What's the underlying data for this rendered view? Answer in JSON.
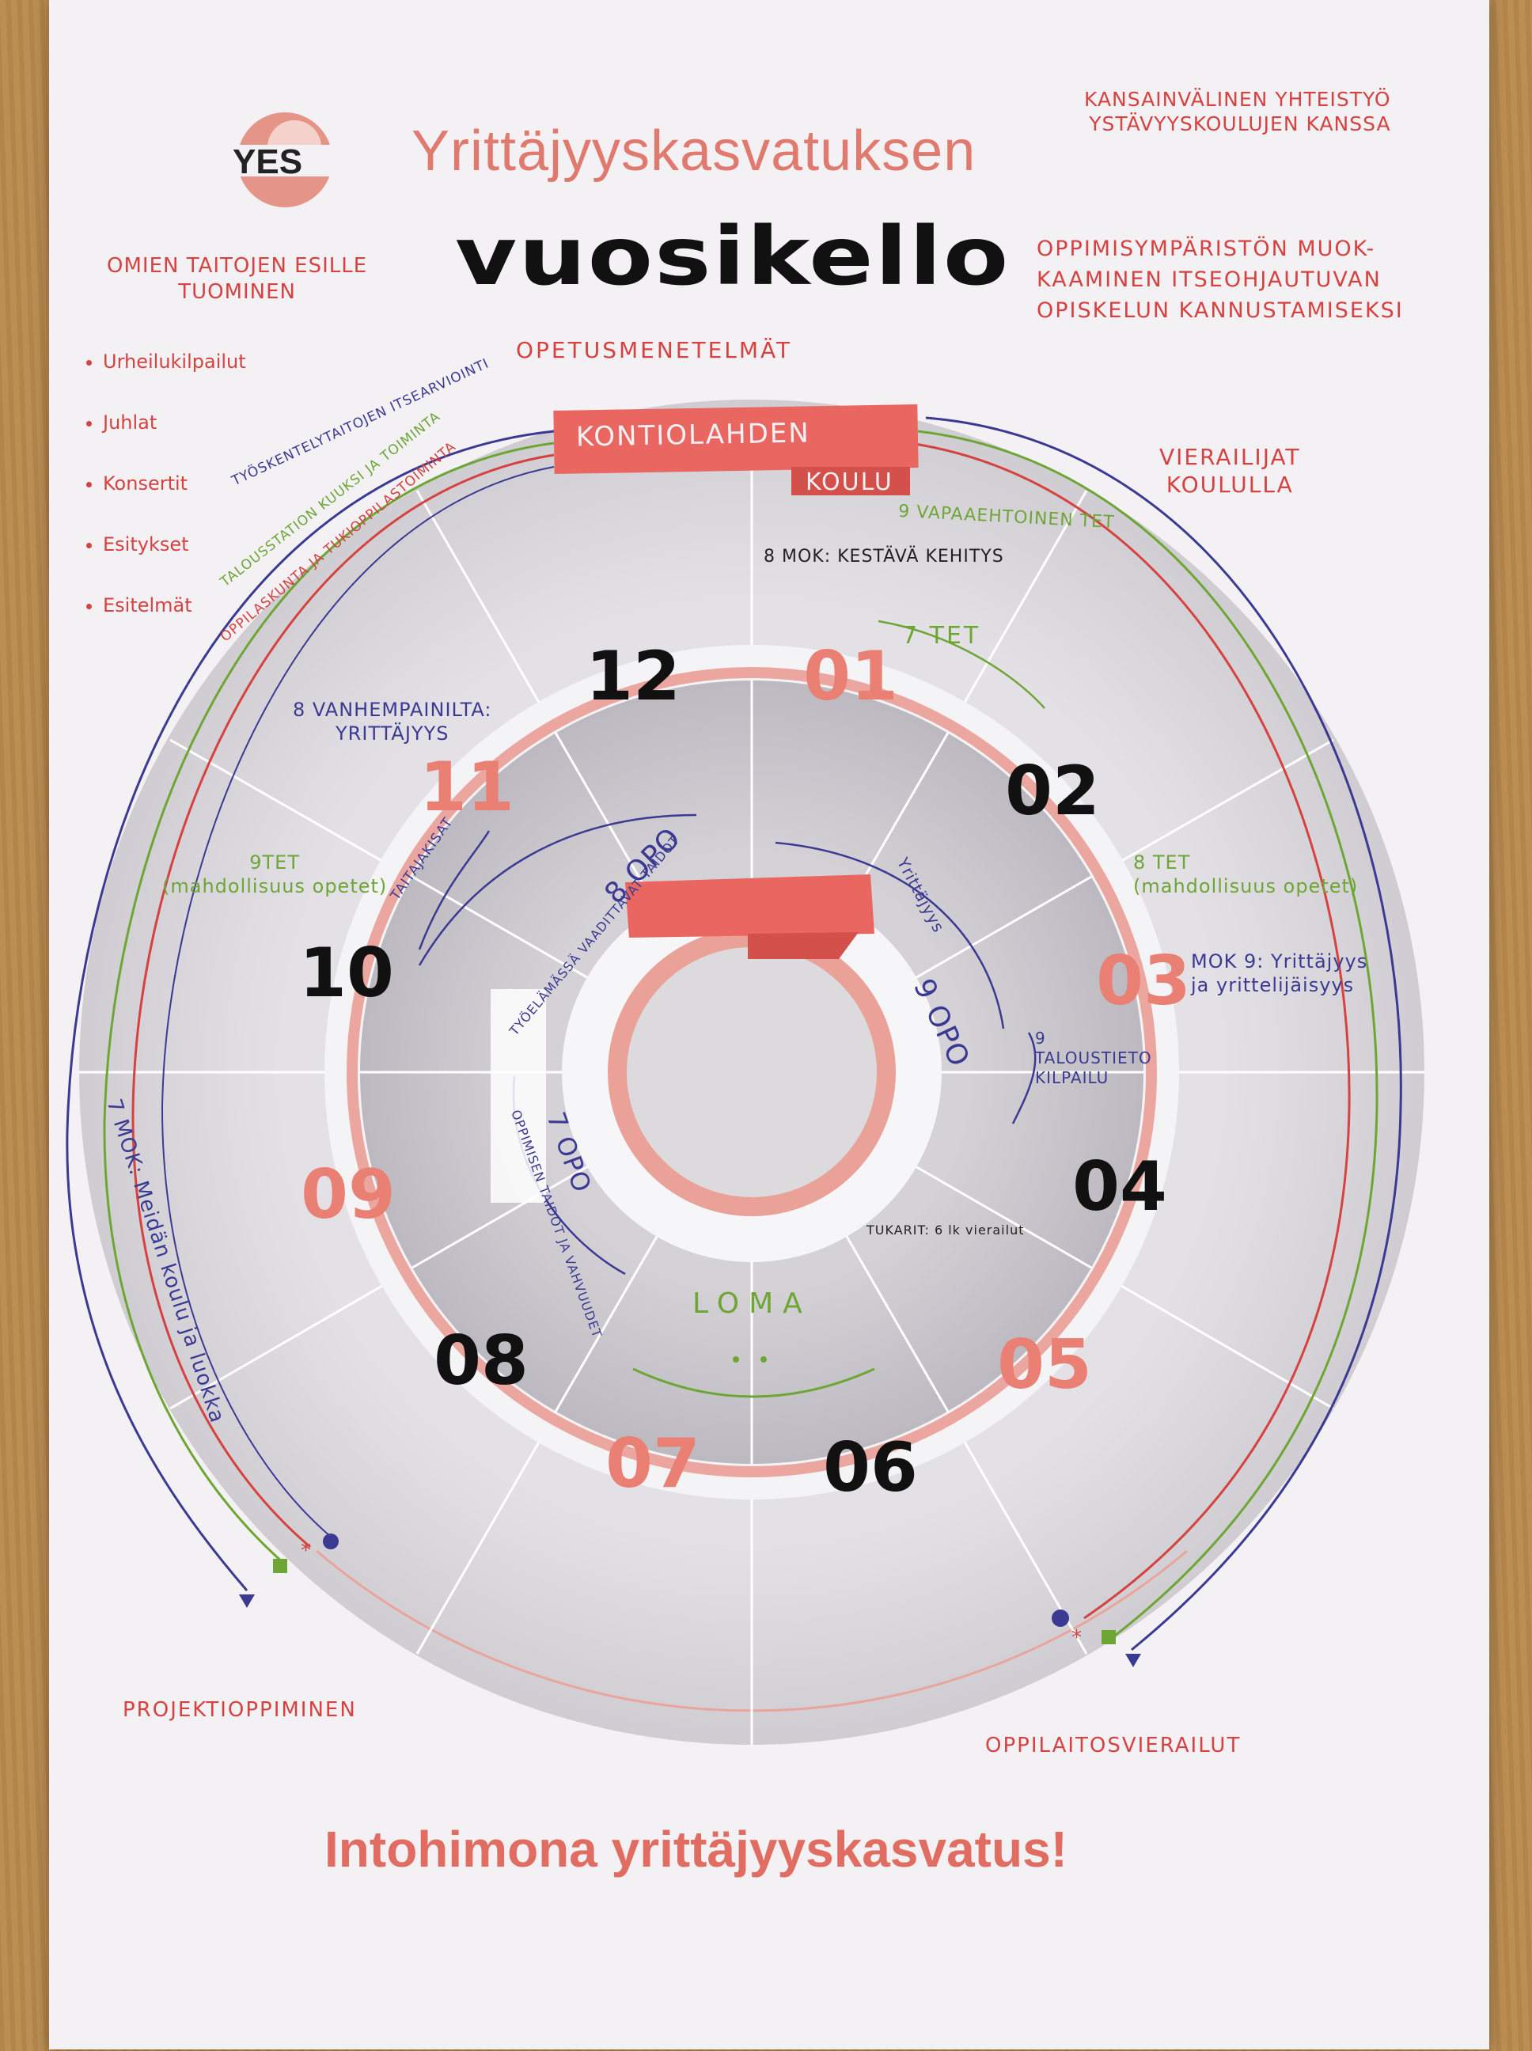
{
  "header": {
    "logo_text": "YES",
    "title_line1": "Yrittäjyyskasvatuksen",
    "title_line2": "vuosikello"
  },
  "footer": {
    "slogan": "Intohimona yrittäjyyskasvatus!"
  },
  "banner": {
    "school_line1": "KONTIOLAHDEN",
    "school_line2": "KOULU"
  },
  "notes": {
    "top_left": "OMIEN TAITOJEN ESILLE\nTUOMINEN",
    "top_left_list": [
      "Urheilukilpailut",
      "Juhlat",
      "Konsertit",
      "Esitykset",
      "Esitelmät"
    ],
    "methods": "OPETUSMENETELMÄT",
    "top_right_1": "KANSAINVÄLINEN YHTEISTYÖ\nYSTÄVYYSKOULUJEN KANSSA",
    "top_right_2": "OPPIMISYMPÄRISTÖN MUOK-\nKAAMINEN ITSEOHJAUTUVAN\nOPISKELUN KANNUSTAMISEKSI",
    "visitors": "VIERAILIJAT\nKOULULLA",
    "arc_blue_top": "TYÖSKENTELYTAITOJEN ITSEARVIOINTI",
    "arc_green_top": "TALOUSSTATION KUUKSI JA TOIMINTA",
    "arc_red_top": "OPPILASKUNTA JA TUKIOPPILASTOIMINTA",
    "tet9_voluntary": "9 VAPAAEHTOINEN TET",
    "mok8": "8 MOK: KESTÄVÄ KEHITYS",
    "tet7": "7 TET",
    "vanhempainilta": "8 VANHEMPAINILTA:\nYRITTÄJYYS",
    "tet9": "9TET\n(mahdollisuus opetet)",
    "tet8": "8 TET\n(mahdollisuus opetet)",
    "mok9": "MOK 9: Yrittäjyys\nja yrittelijäisyys",
    "taitajakisat": "TAITAJAKISAT",
    "opo8": "8 OPO",
    "opo8_sub": "TYÖELÄMÄSSÄ VAADITTAVAT TAIDOT",
    "opo9": "9 OPO",
    "opo9_sub": "Yrittäjyys",
    "talous": "9\nTALOUSTIETO\nKILPAILU",
    "opo7": "7 OPO",
    "opo7_sub": "OPPIMISEN TAIDOT JA VAHVUUDET",
    "tukarit": "TUKARIT: 6 lk vierailut",
    "loma": "LOMA",
    "mok7": "7 MOK: Meidän koulu ja luokka",
    "projekti": "PROJEKTIOPPIMINEN",
    "oppilaitos": "OPPILAITOSVIERAILUT"
  },
  "months": {
    "m01": "01",
    "m02": "02",
    "m03": "03",
    "m04": "04",
    "m05": "05",
    "m06": "06",
    "m07": "07",
    "m08": "08",
    "m09": "09",
    "m10": "10",
    "m11": "11",
    "m12": "12"
  },
  "colors": {
    "accent_red": "#ea6660",
    "salmon": "#ea7f74",
    "pen_blue": "#3b3a92",
    "pen_green": "#6ea636",
    "pen_red": "#d5423f"
  }
}
